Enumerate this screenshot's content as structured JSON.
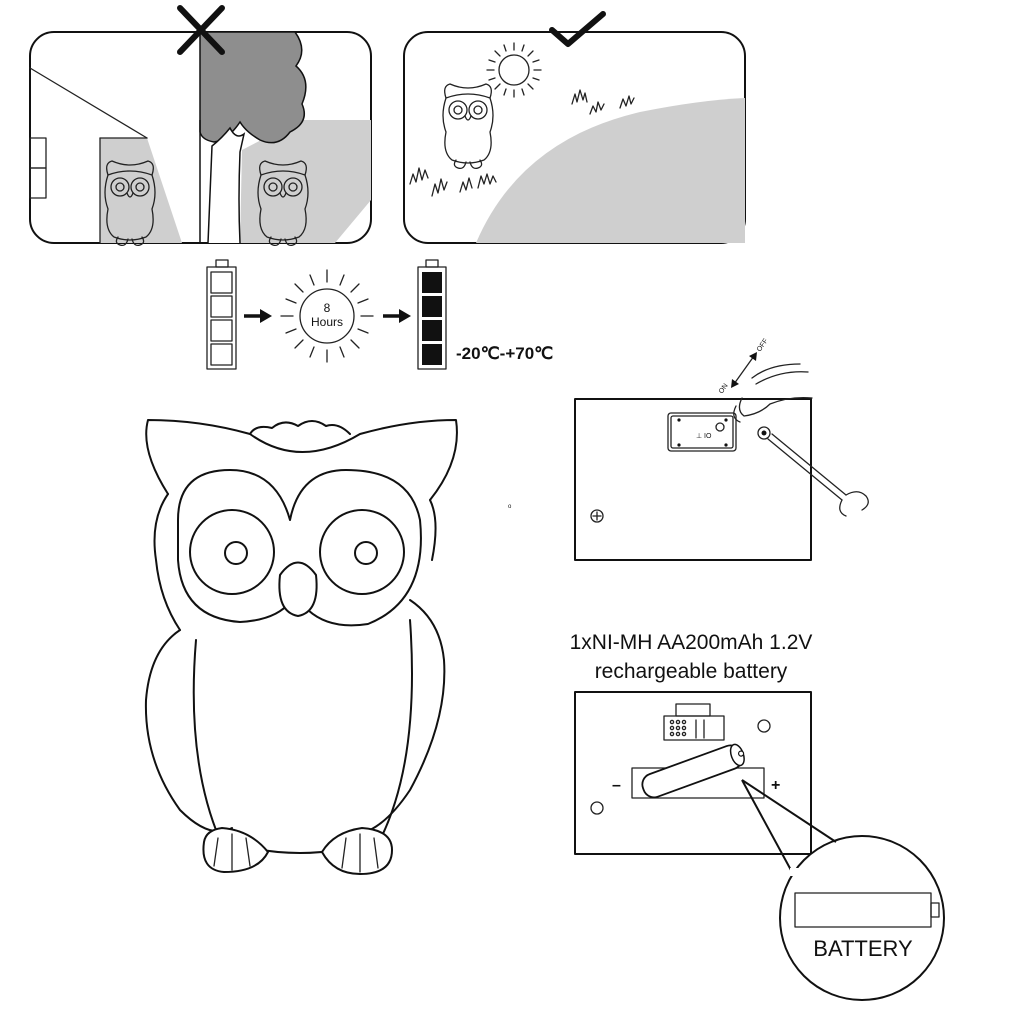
{
  "charge_time": {
    "number": "8",
    "unit": "Hours"
  },
  "temperature_range": "-20℃-+70℃",
  "switch_labels": {
    "on": "ON",
    "off": "OFF"
  },
  "battery_spec": {
    "line1": "1xNI-MH AA200mAh 1.2V",
    "line2": "rechargeable battery"
  },
  "battery_polarity": {
    "negative": "–",
    "positive": "+"
  },
  "battery_label": "BATTERY",
  "placement_marks": {
    "wrong": "cross-icon",
    "right": "check-icon"
  },
  "colors": {
    "line": "#111111",
    "shade": "#cfcfcf",
    "tree": "#8e8e8e",
    "battery_full": "#111111"
  }
}
